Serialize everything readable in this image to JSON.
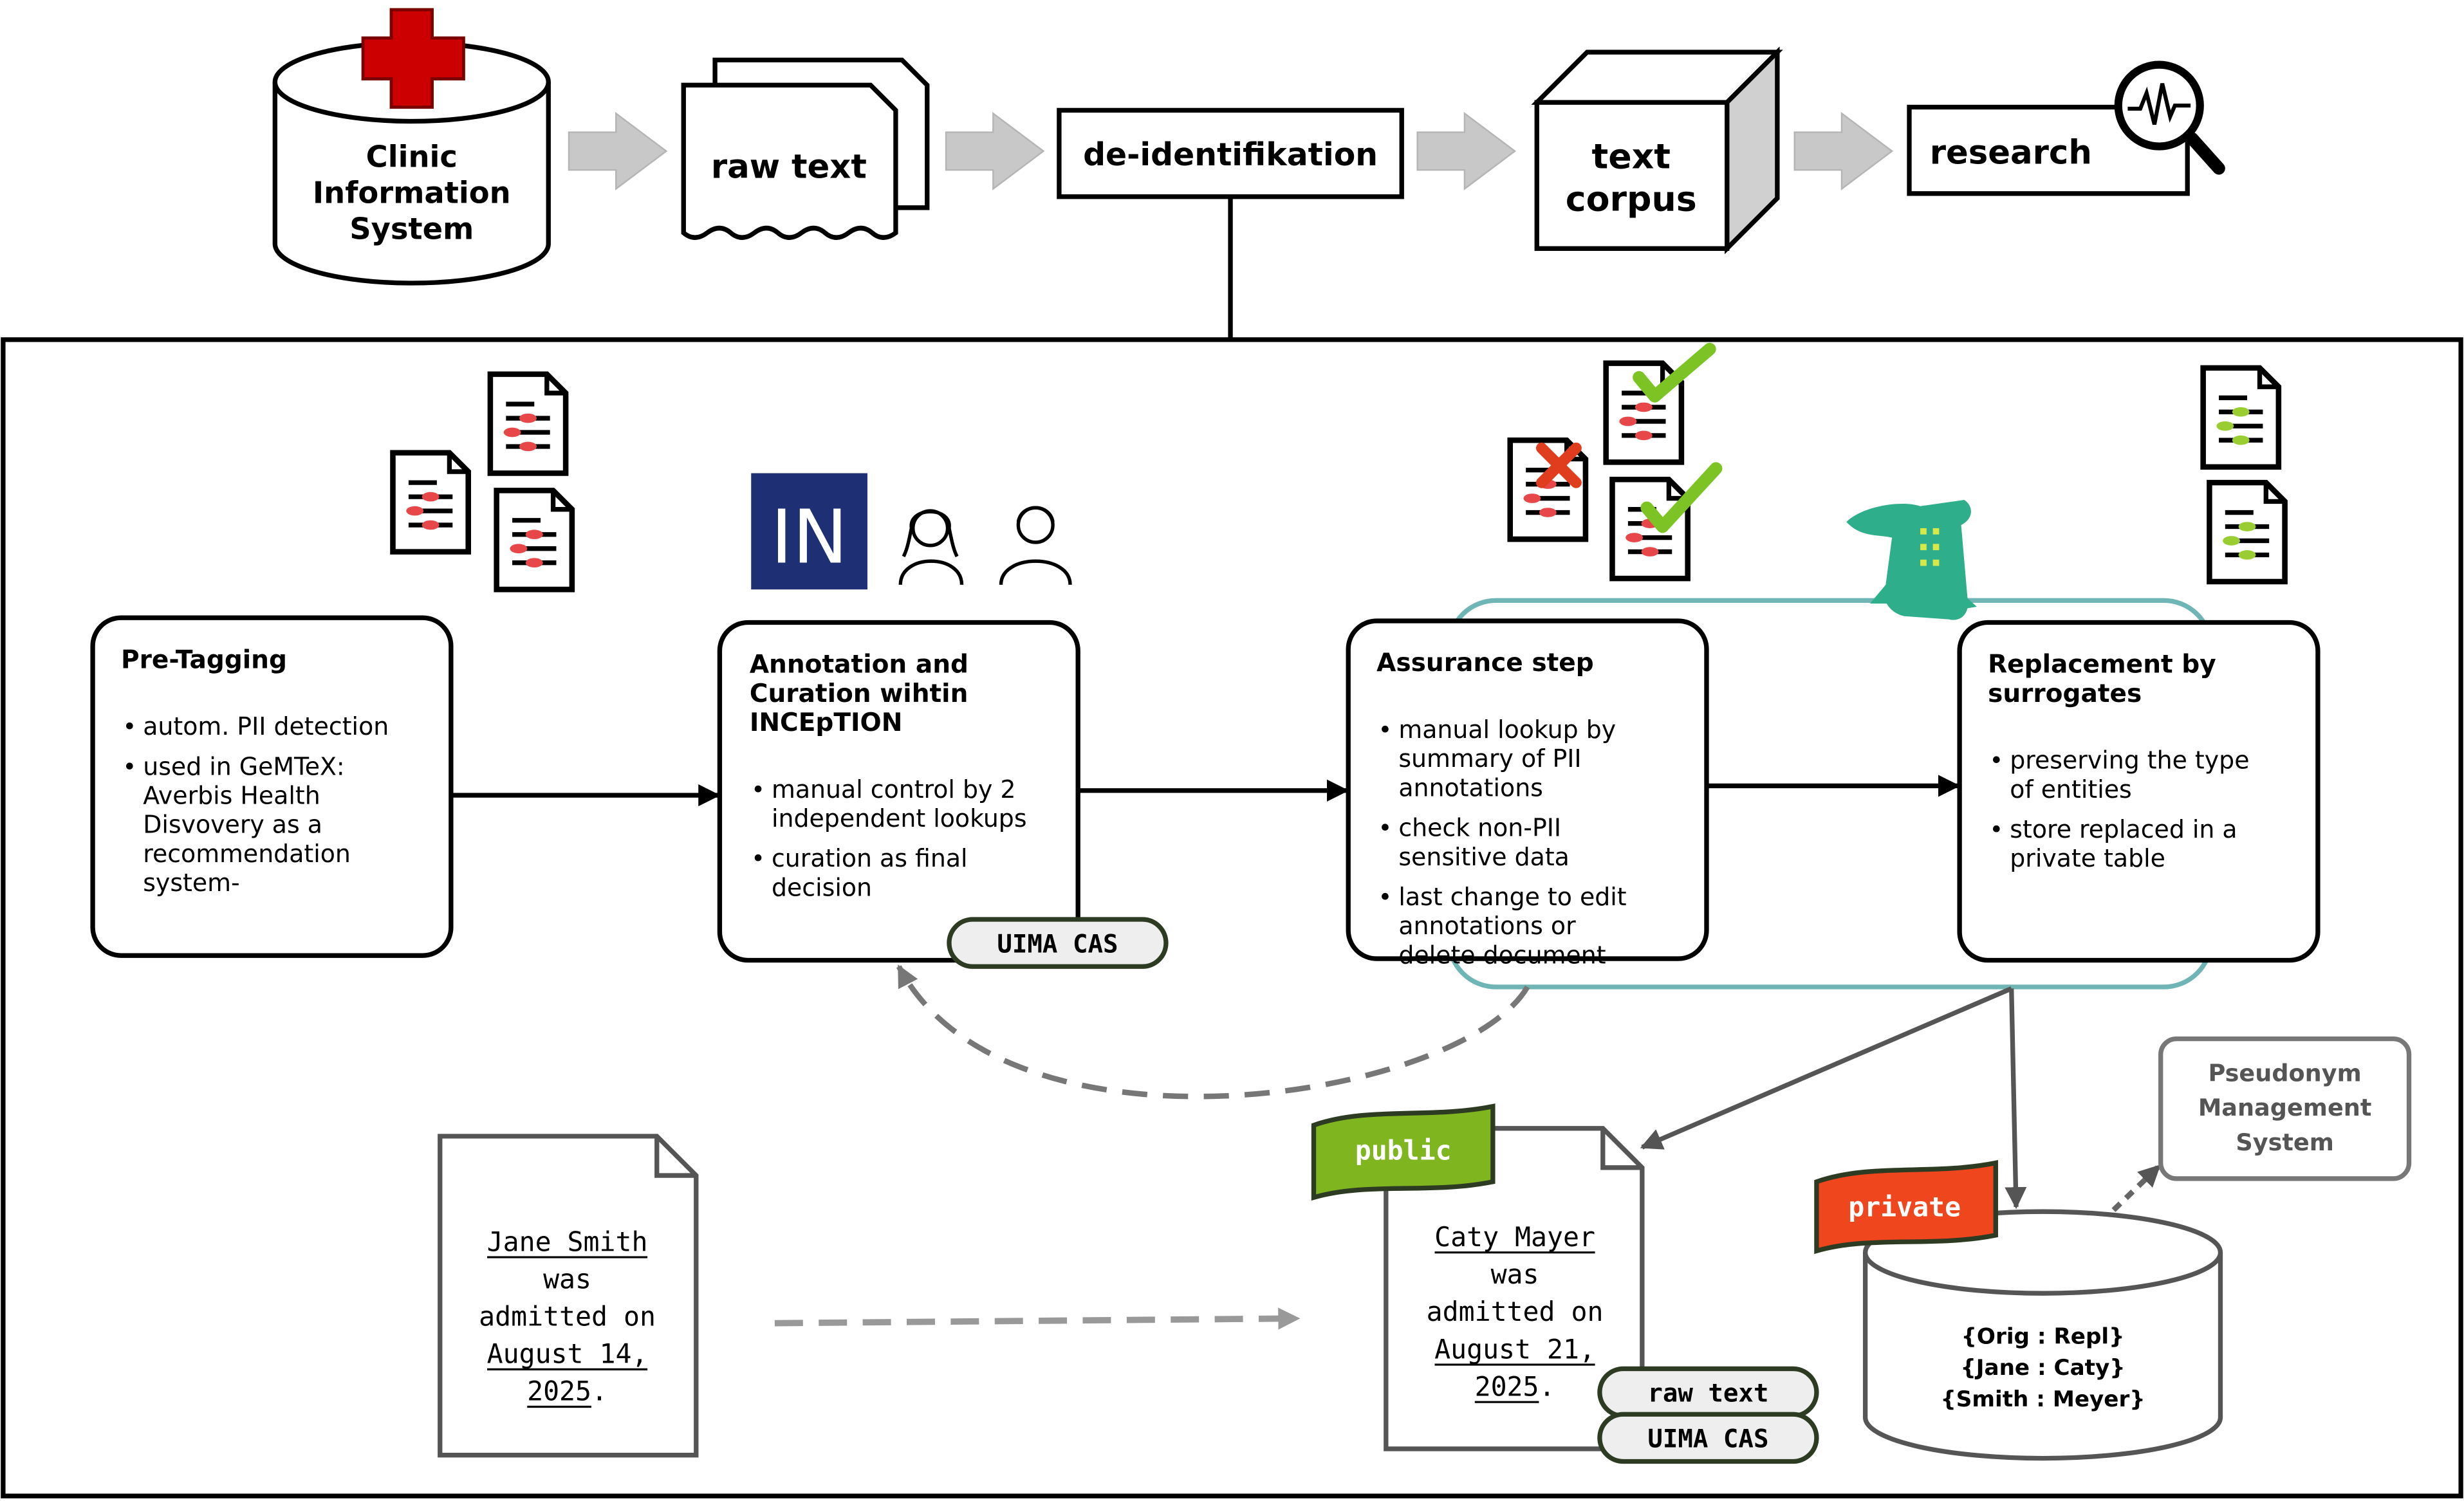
{
  "pipeline": {
    "clinic": [
      "Clinic",
      "Information",
      "System"
    ],
    "raw_text": "raw text",
    "deid": "de-identifikation",
    "corpus": [
      "text",
      "corpus"
    ],
    "research": "research"
  },
  "boxes": {
    "pretag": {
      "title": [
        "Pre-Tagging"
      ],
      "bullets": [
        [
          "autom. PII detection"
        ],
        [
          "used in GeMTeX:",
          "Averbis Health",
          "Disvovery as a",
          "recommendation",
          "system-"
        ]
      ]
    },
    "annot": {
      "title": [
        "Annotation and",
        "Curation wihtin",
        "INCEpTION"
      ],
      "bullets": [
        [
          "manual control by 2",
          "independent lookups"
        ],
        [
          "curation as final",
          "decision"
        ]
      ],
      "tag": "UIMA CAS"
    },
    "assure": {
      "title": [
        "Assurance step"
      ],
      "bullets": [
        [
          "manual lookup by",
          "summary of PII",
          "annotations"
        ],
        [
          "check non-PII",
          "sensitive data"
        ],
        [
          "last change to edit",
          "annotations or",
          "delete document"
        ]
      ]
    },
    "replace": {
      "title": [
        "Replacement by",
        "surrogates"
      ],
      "bullets": [
        [
          "preserving the type",
          "of entities"
        ],
        [
          "store replaced in a",
          "private table"
        ]
      ]
    }
  },
  "logo_text": "IN",
  "documents": {
    "original": [
      {
        "text": "Jane Smith",
        "u": true
      },
      {
        "text": "was",
        "u": false
      },
      {
        "text": "admitted on",
        "u": false
      },
      {
        "text": "August 14,",
        "u": true
      },
      {
        "text": "2025.",
        "u": true,
        "ulen": 4
      }
    ],
    "replaced": [
      {
        "text": "Caty Mayer",
        "u": true
      },
      {
        "text": "was",
        "u": false
      },
      {
        "text": "admitted on",
        "u": false
      },
      {
        "text": "August 21,",
        "u": true
      },
      {
        "text": "2025.",
        "u": true,
        "ulen": 4
      }
    ],
    "public_flag": "public",
    "private_flag": "private",
    "tags": [
      "raw text",
      "UIMA CAS"
    ]
  },
  "pms": [
    "Pseudonym",
    "Management",
    "System"
  ],
  "table": [
    "{Orig : Repl}",
    "{Jane : Caty}",
    "{Smith : Meyer}"
  ],
  "colors": {
    "accent_red": "#cc0000",
    "public_green": "#7fb51f",
    "private_red": "#f0461e",
    "teal": "#6fb5b5",
    "arrow_gray": "#c8c8c8",
    "check_green": "#7cc323",
    "gator": "#2fae8c"
  }
}
